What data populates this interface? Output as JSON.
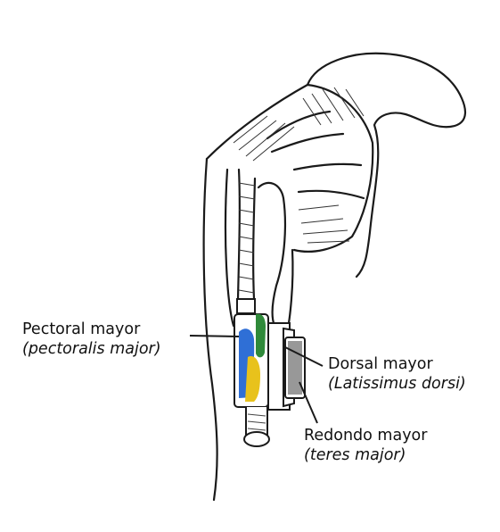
{
  "labels": {
    "pectoral": {
      "name": "Pectoral mayor",
      "latin": "(pectoralis major)"
    },
    "dorsal": {
      "name": "Dorsal mayor",
      "latin": "(Latissimus dorsi)"
    },
    "redondo": {
      "name": "Redondo mayor",
      "latin": "(teres major)"
    }
  },
  "colors": {
    "line": "#1a1a1a",
    "pectoral_blue": "#2f6fd6",
    "pectoral_yellow": "#e8c21c",
    "dorsal_green": "#2f8a3a",
    "background": "#ffffff"
  }
}
